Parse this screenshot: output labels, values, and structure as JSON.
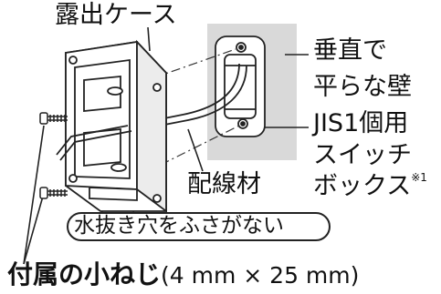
{
  "labels": {
    "exposed_case": "露出ケース",
    "wall_line1": "垂直で",
    "wall_line2": "平らな壁",
    "box_line1": "JIS1個用",
    "box_line2": "スイッチ",
    "box_line3": "ボックス",
    "box_note": "※1",
    "wiring": "配線材",
    "drain_note": "水抜き穴をふさがない",
    "screw_name": "付属の小ねじ",
    "screw_size": "(4 mm × 25 mm)"
  },
  "colors": {
    "wall": "#d9d9d9",
    "line": "#222222",
    "case_fill": "#ffffff"
  },
  "icons": [
    "screw-icon",
    "screw-icon"
  ]
}
